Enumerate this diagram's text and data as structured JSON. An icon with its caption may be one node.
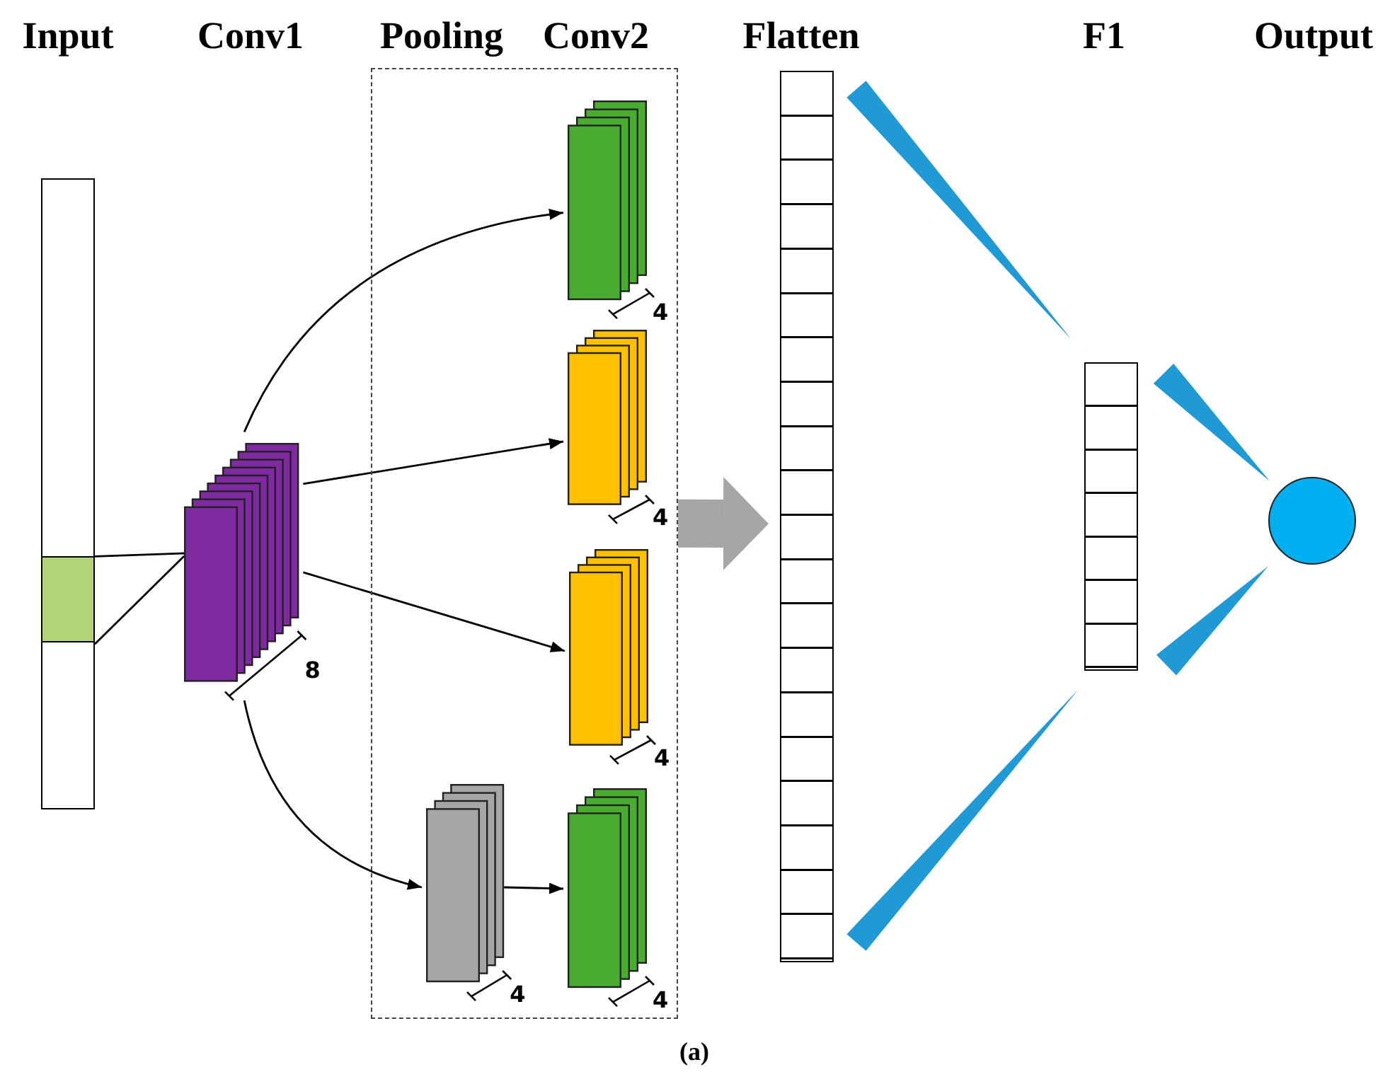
{
  "diagram": {
    "caption": "(a)",
    "nodes": [
      {
        "text": [],
        "shape": "bar"
      },
      {
        "text": [],
        "shape": "box",
        "beside": [
          "8"
        ]
      },
      {
        "text": [],
        "shape": "box"
      },
      {
        "text": [],
        "shape": "box",
        "in": 2,
        "beside": [
          "4"
        ]
      },
      {
        "text": [],
        "shape": "box",
        "in": 2,
        "beside": [
          "4"
        ]
      },
      {
        "text": [],
        "shape": "box",
        "in": 2,
        "beside": [
          "4"
        ]
      },
      {
        "text": [],
        "shape": "box",
        "in": 2,
        "beside": [
          "4"
        ]
      },
      {
        "text": [],
        "shape": "box",
        "in": 2,
        "beside": [
          "4"
        ]
      },
      {
        "text": [],
        "shape": "bar"
      },
      {
        "text": [],
        "shape": "bar"
      },
      {
        "text": [],
        "shape": "circle"
      }
    ],
    "edges": [
      {
        "from": 0,
        "to": 1,
        "arrow": "none"
      },
      {
        "from": 1,
        "to": 3,
        "arrow": "to"
      },
      {
        "from": 1,
        "to": 4,
        "arrow": "to"
      },
      {
        "from": 1,
        "to": 5,
        "arrow": "to"
      },
      {
        "from": 1,
        "to": 6,
        "arrow": "to"
      },
      {
        "from": 6,
        "to": 7,
        "arrow": "to"
      },
      {
        "from": 2,
        "to": 8,
        "arrow": "to",
        "style": "thick",
        "color": "#a6a6a6"
      },
      {
        "from": 8,
        "to": 9,
        "arrow": "none",
        "color": "#1f9ad6"
      },
      {
        "from": 9,
        "to": 10,
        "arrow": "none",
        "color": "#1f9ad6"
      }
    ],
    "labels": [
      "Input",
      "Conv1",
      "Pooling",
      "Conv2",
      "Flatten",
      "F1",
      "Output"
    ]
  }
}
